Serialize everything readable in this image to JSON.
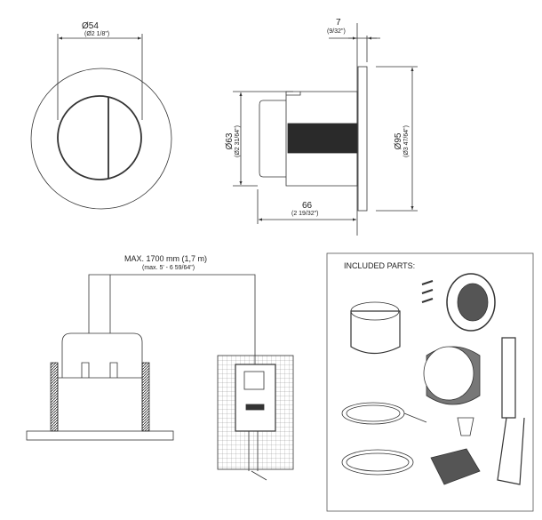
{
  "front_view": {
    "diameter": "Ø54",
    "diameter_in": "(Ø2 1/8\")"
  },
  "side_view": {
    "flange_thickness": "7",
    "flange_thickness_in": "(9/32\")",
    "body_diameter": "Ø63",
    "body_diameter_in": "(Ø2 31/64\")",
    "flange_diameter": "Ø95",
    "flange_diameter_in": "(Ø3 47/64\")",
    "depth": "66",
    "depth_in": "(2 19/32\")"
  },
  "installation": {
    "max_length": "MAX. 1700 mm (1,7 m)",
    "max_length_in": "(max. 5' - 6 59/64\")"
  },
  "parts_box": {
    "title": "INCLUDED PARTS:"
  },
  "colors": {
    "line": "#333333",
    "knurl": "#2a2a2a"
  }
}
